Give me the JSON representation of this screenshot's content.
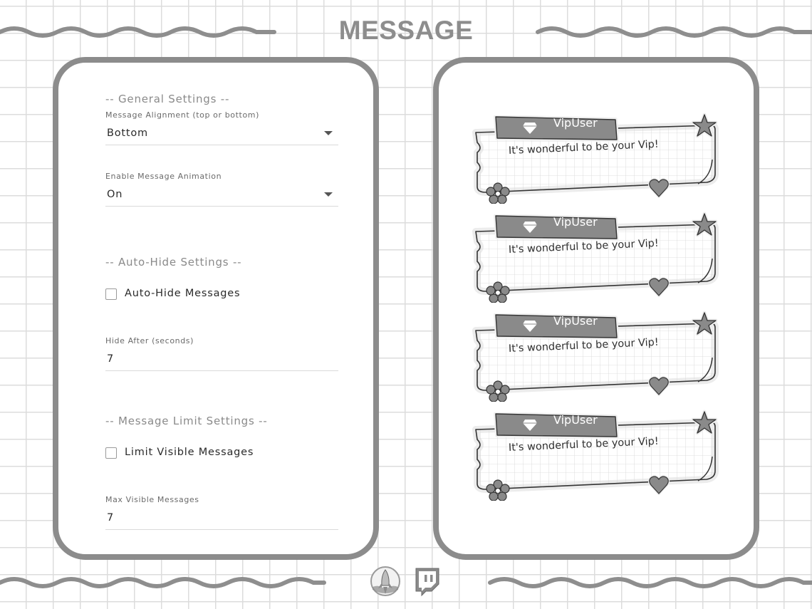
{
  "title": "MESSAGE",
  "settings": {
    "general_heading": "-- General Settings --",
    "alignment": {
      "label": "Message Alignment (top or bottom)",
      "value": "Bottom"
    },
    "animation": {
      "label": "Enable Message Animation",
      "value": "On"
    },
    "autohide_heading": "-- Auto-Hide Settings --",
    "autohide_checkbox": {
      "label": "Auto-Hide Messages",
      "checked": false
    },
    "hide_after": {
      "label": "Hide After (seconds)",
      "value": "7"
    },
    "limit_heading": "-- Message Limit Settings --",
    "limit_checkbox": {
      "label": "Limit Visible Messages",
      "checked": false
    },
    "max_visible": {
      "label": "Max Visible Messages",
      "value": "7"
    }
  },
  "messages": [
    {
      "username": "VipUser",
      "text": "It's wonderful to be your Vip!"
    },
    {
      "username": "VipUser",
      "text": "It's wonderful to be your Vip!"
    },
    {
      "username": "VipUser",
      "text": "It's wonderful to be your Vip!"
    },
    {
      "username": "VipUser",
      "text": "It's wonderful to be your Vip!"
    }
  ],
  "icons": {
    "badge": "diamond-icon",
    "corner": "star-icon",
    "bottom_left": "flower-icon",
    "bottom_right": "heart-icon",
    "footer_left": "rocket-logo-icon",
    "footer_right": "twitch-icon"
  },
  "colors": {
    "border": "#8c8c8c",
    "grid": "#dcdcdc",
    "title": "#8d8d8d",
    "tag": "#8a8a8a"
  }
}
